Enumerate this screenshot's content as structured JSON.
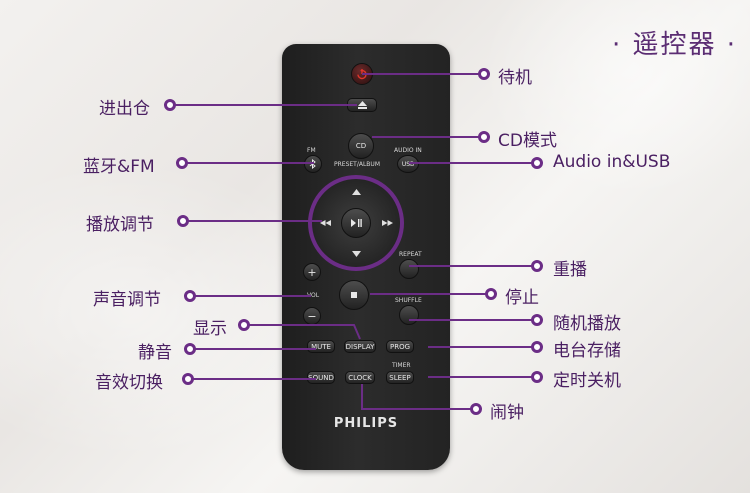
{
  "title": "· 遥控器 ·",
  "remote": {
    "brand": "PHILIPS",
    "buttons": {
      "cd": "CD",
      "usb": "USB",
      "audio_in": "AUDIO IN",
      "fm": "FM",
      "preset_album": "PRESET/ALBUM",
      "repeat": "REPEAT",
      "vol": "VOL",
      "shuffle": "SHUFFLE",
      "mute": "MUTE",
      "display": "DISPLAY",
      "prog": "PROG",
      "timer": "TIMER",
      "sound": "SOUND",
      "clock": "CLOCK",
      "sleep": "SLEEP"
    }
  },
  "callouts": {
    "standby": "待机",
    "eject": "进出仓",
    "cd_mode": "CD模式",
    "bt_fm": "蓝牙&FM",
    "audio_usb": "Audio in&USB",
    "playback": "播放调节",
    "repeat": "重播",
    "volume": "声音调节",
    "stop": "停止",
    "display": "显示",
    "shuffle": "随机播放",
    "mute": "静音",
    "program": "电台存储",
    "sound": "音效切换",
    "timer": "定时关机",
    "clock": "闹钟"
  },
  "colors": {
    "accent": "#6b2d86",
    "title": "#5b2d73"
  }
}
